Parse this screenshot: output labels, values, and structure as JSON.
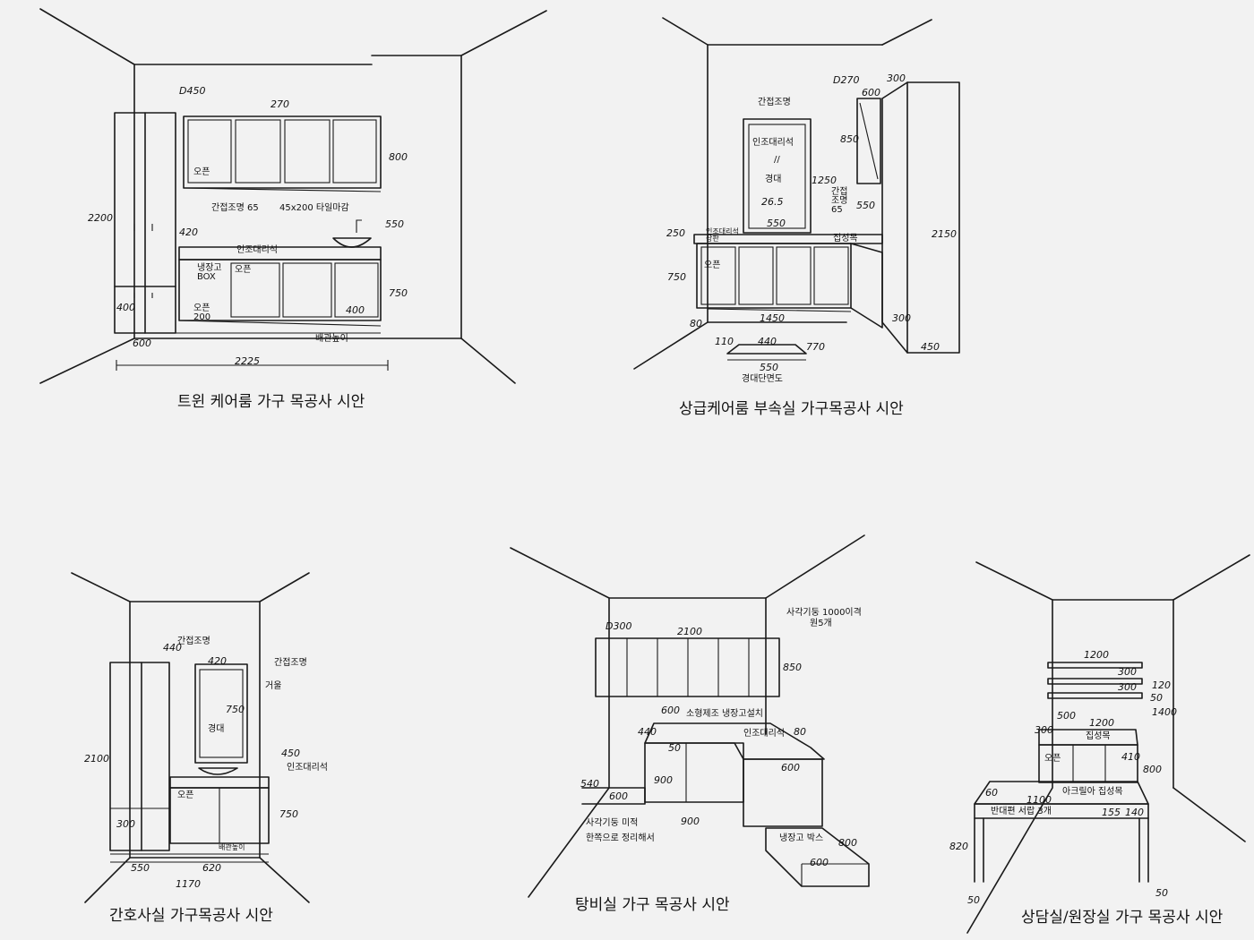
{
  "sketches": {
    "s1": {
      "caption": "트윈 케어룸 가구 목공사 시안",
      "labels": {
        "d450": "D450",
        "d270": "270",
        "h800": "800",
        "h550": "550",
        "h750": "750",
        "h2200": "2200",
        "h420": "420",
        "h400": "400",
        "w600": "600",
        "w2225": "2225",
        "w400": "400",
        "openA": "오픈",
        "mirror": "간접조명 65",
        "tile": "45x200 타일마감",
        "artificial": "인조대리석",
        "fridge": "냉장고 BOX",
        "openB": "오픈",
        "openC": "오픈 200",
        "plinth": "배관높이"
      }
    },
    "s2": {
      "caption": "상급케어룸 부속실 가구목공사 시안",
      "labels": {
        "indirect": "간접조명",
        "d270": "D270",
        "w600": "600",
        "w300": "300",
        "h850": "850",
        "vanity": "인조대리석",
        "mirrorText1": "//",
        "mirrorText2": "경대",
        "mirrorText3": "26.5",
        "w550": "550",
        "h1250": "1250",
        "light": "간접조명 65",
        "h550": "550",
        "h250": "250",
        "counter": "인조대리석 상판",
        "lamp": "집성목",
        "open": "오픈",
        "h750": "750",
        "h2150": "2150",
        "w1450": "1450",
        "h300": "300",
        "w450": "450",
        "h80": "80",
        "plan110": "110",
        "plan440": "440",
        "plan770": "770",
        "plan550": "550",
        "planLabel": "경대단면도"
      }
    },
    "s3": {
      "caption": "간호사실 가구목공사 시안",
      "labels": {
        "w440": "440",
        "indirect": "간접조명",
        "w420": "420",
        "indirect2": "간접조명",
        "mirror": "거울",
        "h750a": "750",
        "mirrorLbl": "경대",
        "h450": "450",
        "counter": "인조대리석",
        "h2100": "2100",
        "open": "오픈",
        "h750": "750",
        "h300": "300",
        "plinth": "배관높이",
        "w550": "550",
        "w620": "620",
        "w1170": "1170"
      }
    },
    "s4": {
      "caption": "탕비실 가구 목공사 시안",
      "labels": {
        "note": "사각기둥 1000이격",
        "note2": "원5개",
        "d300": "D300",
        "w2100": "2100",
        "h850": "850",
        "top600": "600",
        "counter": "소형제조 냉장고설치",
        "w440": "440",
        "h50": "50",
        "artificial": "인조대리석",
        "h80": "80",
        "h900": "900",
        "h540": "540",
        "w600a": "600",
        "w600b": "600",
        "w900": "900",
        "noteBottom1": "사각기둥 미적",
        "noteBottom2": "한쪽으로 정리해서",
        "bench": "냉장고 박스",
        "w800": "800",
        "w600c": "600"
      }
    },
    "s5": {
      "caption": "상담실/원장실 가구 목공사 시안",
      "labels": {
        "w1200a": "1200",
        "h300a": "300",
        "h300b": "300",
        "h120": "120",
        "h50": "50",
        "h1400": "1400",
        "w300": "300",
        "w500": "500",
        "w1200b": "1200",
        "cabinet": "집성목",
        "open": "오픈",
        "h410": "410",
        "h800": "800",
        "acrylic": "아크릴아 집성목",
        "w60": "60",
        "w1100": "1100",
        "drawer": "반대편 서랍 3개",
        "w155": "155",
        "w140": "140",
        "h820": "820",
        "f50a": "50",
        "f50b": "50"
      }
    }
  }
}
